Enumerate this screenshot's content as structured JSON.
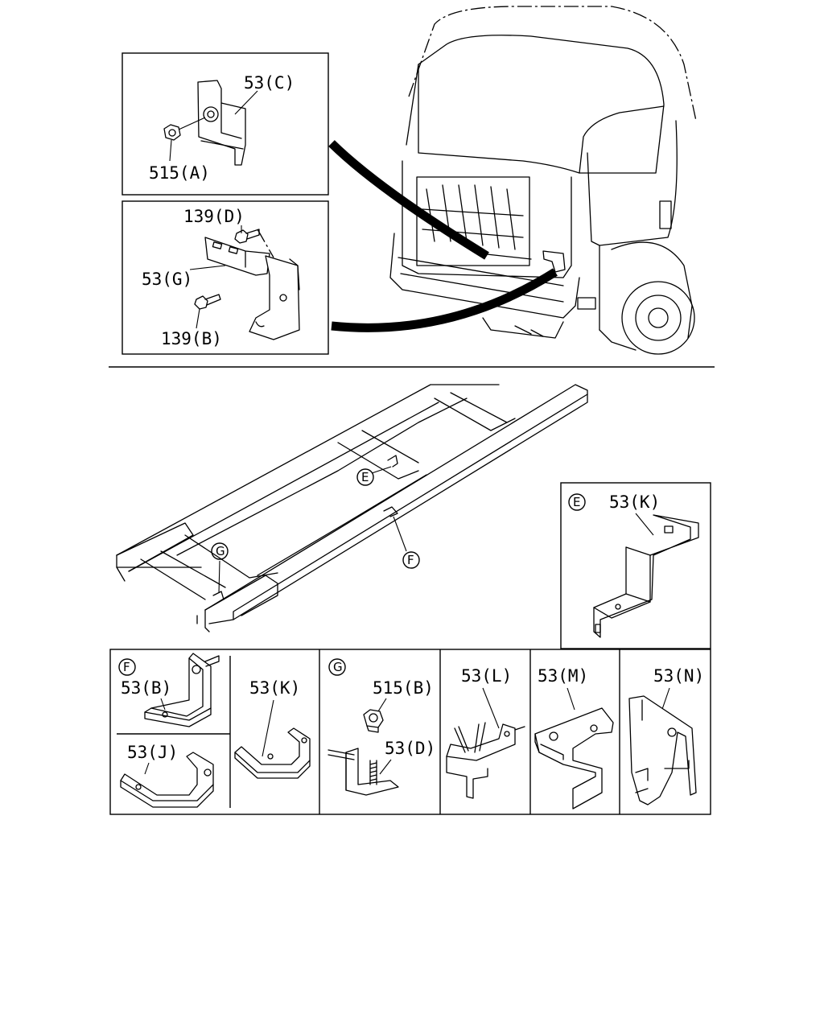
{
  "labels": {
    "part_53c": "53(C)",
    "part_515a": "515(A)",
    "part_139d": "139(D)",
    "part_53g": "53(G)",
    "part_139b": "139(B)",
    "callout_e_frame": "E",
    "callout_f_frame": "F",
    "callout_g_frame": "G",
    "detail_e": "E",
    "detail_e_part": "53(K)",
    "detail_f": "F",
    "detail_f_part_b": "53(B)",
    "detail_f_part_j": "53(J)",
    "detail_k_part": "53(K)",
    "detail_g": "G",
    "detail_g_part_515b": "515(B)",
    "detail_g_part_53d": "53(D)",
    "detail_l_part": "53(L)",
    "detail_m_part": "53(M)",
    "detail_n_part": "53(N)"
  }
}
